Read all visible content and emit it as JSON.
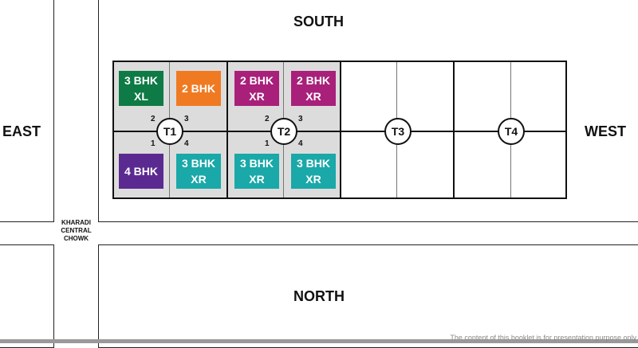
{
  "directions": {
    "south": "SOUTH",
    "north": "NORTH",
    "east": "EAST",
    "west": "WEST"
  },
  "landmark": "KHARADI\nCENTRAL\nCHOWK",
  "towers": [
    {
      "label": "T1"
    },
    {
      "label": "T2"
    },
    {
      "label": "T3"
    },
    {
      "label": "T4"
    }
  ],
  "quadrant_numbers": [
    "1",
    "2",
    "3",
    "4"
  ],
  "units": [
    {
      "label": "3 BHK\nXL",
      "color": "#0e7a45"
    },
    {
      "label": "2 BHK",
      "color": "#f07a22"
    },
    {
      "label": "2 BHK\nXR",
      "color": "#a8207a"
    },
    {
      "label": "2 BHK\nXR",
      "color": "#a8207a"
    },
    {
      "label": "4 BHK",
      "color": "#5b2a91"
    },
    {
      "label": "3 BHK\nXR",
      "color": "#1aa8a8"
    },
    {
      "label": "3 BHK\nXR",
      "color": "#1aa8a8"
    },
    {
      "label": "3 BHK\nXR",
      "color": "#1aa8a8"
    }
  ],
  "disclaimer": "The content of this booklet is for presentation purpose only"
}
